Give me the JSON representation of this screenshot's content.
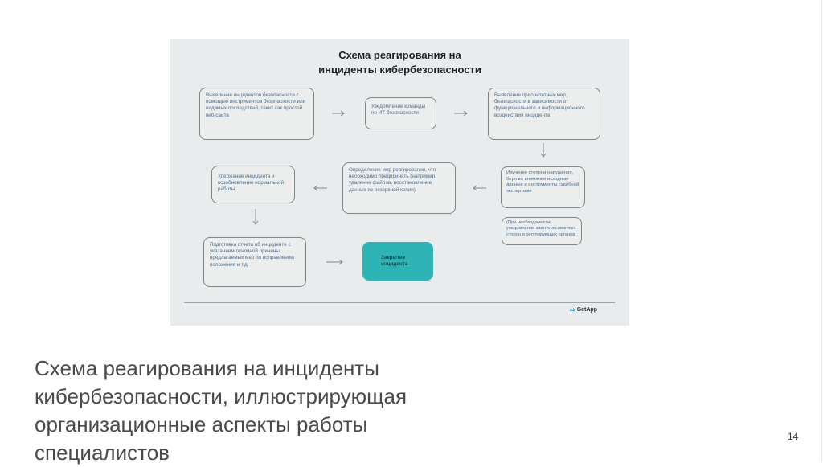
{
  "diagram": {
    "title_line1": "Схема реагирования на",
    "title_line2": "инциденты кибербезопасности",
    "boxes": {
      "detection": "Выявление инцидентов безопасности с помощью инструментов безопасности или видимых последствий, таких как простой веб-сайта",
      "notification": "Уведомление команды по ИТ-безопасности",
      "priority": "Выявление приоритетных мер безопасности в зависимости от функционального и информационного воздействия инцидента",
      "containment": "Удержание инцидента и возобновление нормальной работы",
      "response": "Определение мер реагирования, что необходимо предпринять (например, удаление файлов, восстановление данных из резервной копии)",
      "assessment": "Изучение степени нарушения, беря во внимание исходные данные и инструменты судебной экспертизы",
      "stakeholders": "(При необходимости) уведомление заинтересованных сторон и регулирующих органов",
      "report": "Подготовка отчета об инциденте с указанием основной причины, предлагаемых мер по исправлению положения и т.д.",
      "closure": "Закрытие инцидента"
    },
    "logo_text": "GetApp",
    "logo_icon": "arrow-icon"
  },
  "caption": {
    "line1": "Схема реагирования на инциденты",
    "line2": "кибербезопасности, иллюстрирующая",
    "line3": "организационные аспекты работы",
    "line4": "специалистов"
  },
  "page_number": "14",
  "colors": {
    "figure_background": "#e9ecec",
    "box_border": "#7b8686",
    "box_text": "#4d6e8f",
    "closure_fill": "#2fb4b6",
    "caption_text": "#4a4a4a"
  }
}
